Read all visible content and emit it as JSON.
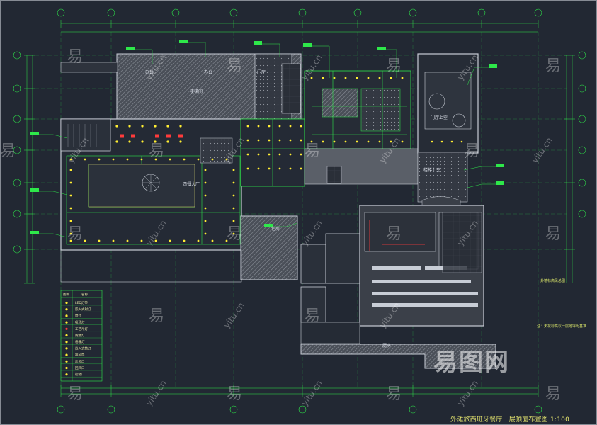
{
  "drawing": {
    "title": "外滩旅西班牙餐厅一层顶面布置图 1:100",
    "brand": "易图网",
    "watermark_cn": "易",
    "watermark_en": "yitu.cn",
    "rooms": {
      "office_a": "办公",
      "office_b": "办公",
      "store": "门厅",
      "corridor": "楼梯间",
      "hall_left": "西餐大厅",
      "kitchen": "厨房",
      "lobby": "门厅上空",
      "atrium": "楼梯上空",
      "west_room": "包房",
      "side_notes_1": "外墙标高见总图",
      "side_notes_2": "注：天花标高以一层地坪为基准"
    },
    "legend": {
      "header": [
        "图例",
        "名称"
      ],
      "rows": [
        "LED灯带",
        "嵌入式射灯",
        "筒灯",
        "吸顶灯",
        "工艺吊灯",
        "防爆灯",
        "格栅灯",
        "嵌入式筒灯",
        "排风扇",
        "出风口",
        "回风口",
        "检修口"
      ]
    },
    "colors": {
      "background": "#222833",
      "line_green": "#2ee84a",
      "line_yellow": "#e8e870",
      "line_white": "#c8cdd6",
      "hatch_gray": "#6a6f78",
      "light_red": "#ff3b3b",
      "light_yellow": "#ffee33"
    }
  }
}
